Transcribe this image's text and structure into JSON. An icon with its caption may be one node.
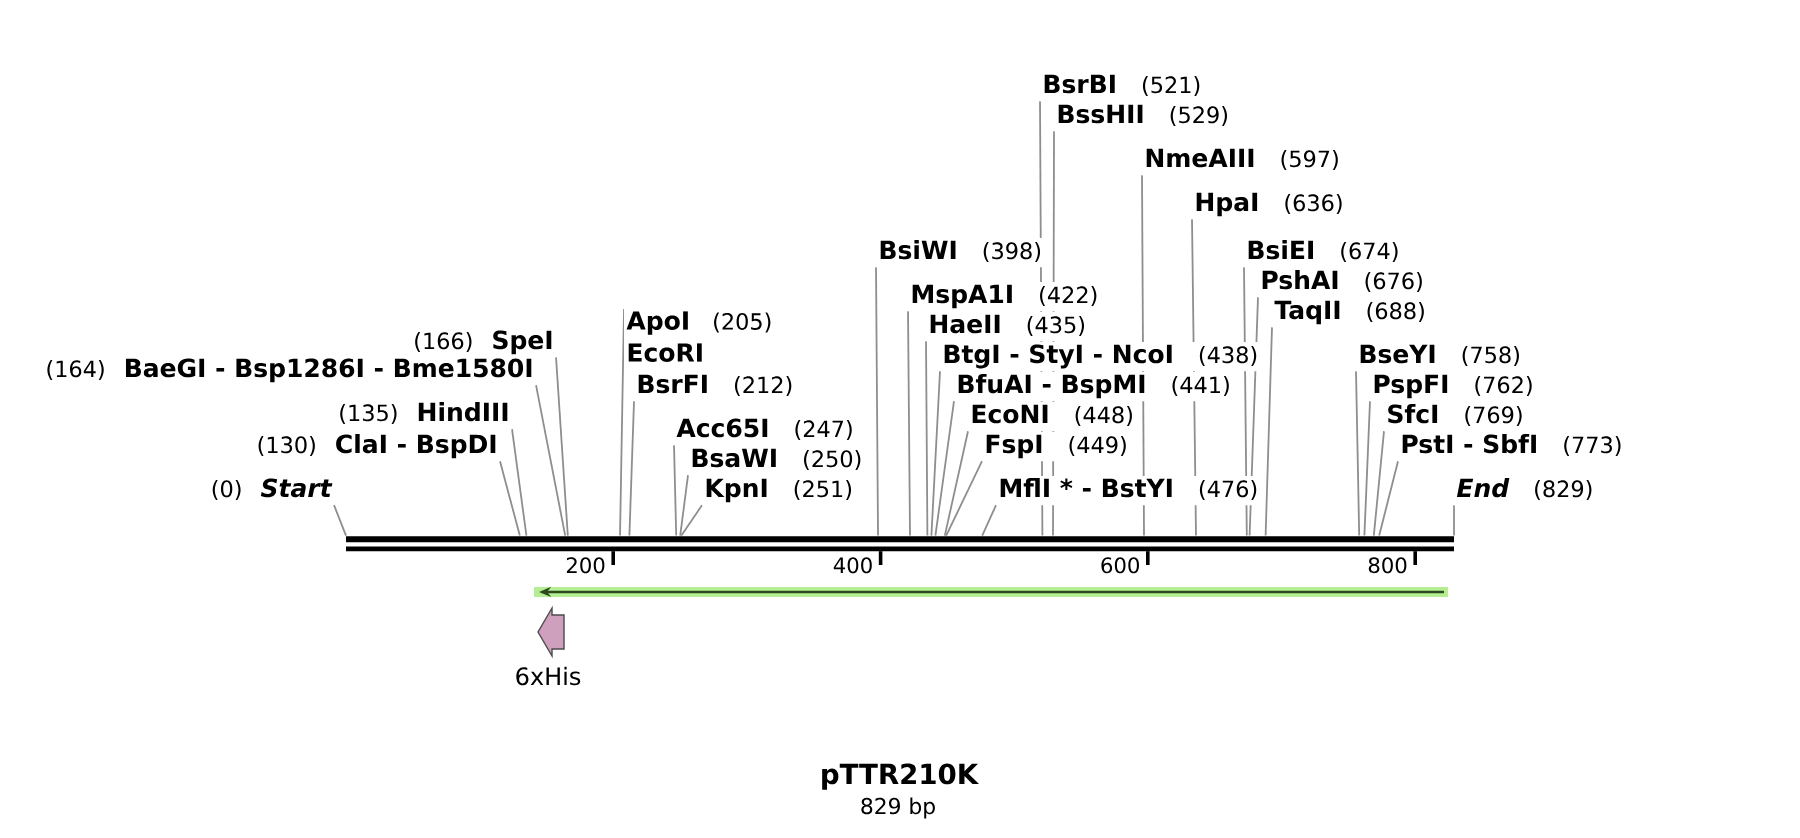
{
  "diagram": {
    "title": "pTTR210K",
    "caption": "829 bp",
    "nodes": [
      {
        "text": [],
        "shape": "bar"
      },
      {
        "text": [
          "(0)",
          "Start"
        ]
      },
      {
        "text": [
          "(130)",
          "ClaI - BspDI"
        ]
      },
      {
        "text": [
          "(135)",
          "HindIII"
        ]
      },
      {
        "text": [
          "(164)",
          "BaeGI - Bsp1286I - Bme1580I"
        ]
      },
      {
        "text": [
          "(166)",
          "SpeI"
        ]
      },
      {
        "text": [
          "ApoI",
          "(205)",
          "EcoRI"
        ]
      },
      {
        "text": [
          "BsrFI",
          "(212)"
        ]
      },
      {
        "text": [
          "Acc65I",
          "(247)"
        ]
      },
      {
        "text": [
          "BsaWI",
          "(250)"
        ]
      },
      {
        "text": [
          "KpnI",
          "(251)"
        ]
      },
      {
        "text": [
          "BsiWI",
          "(398)"
        ]
      },
      {
        "text": [
          "MspA1I",
          "(422)"
        ]
      },
      {
        "text": [
          "HaeII",
          "(435)"
        ]
      },
      {
        "text": [
          "BtgI - StyI - NcoI",
          "(438)"
        ]
      },
      {
        "text": [
          "BfuAI - BspMI",
          "(441)"
        ]
      },
      {
        "text": [
          "EcoNI",
          "(448)"
        ]
      },
      {
        "text": [
          "FspI",
          "(449)"
        ]
      },
      {
        "text": [
          "MflI * - BstYI",
          "(476)"
        ]
      },
      {
        "text": [
          "BsrBI",
          "(521)"
        ]
      },
      {
        "text": [
          "BssHII",
          "(529)"
        ]
      },
      {
        "text": [
          "NmeAIII",
          "(597)"
        ]
      },
      {
        "text": [
          "HpaI",
          "(636)"
        ]
      },
      {
        "text": [
          "BsiEI",
          "(674)"
        ]
      },
      {
        "text": [
          "PshAI",
          "(676)"
        ]
      },
      {
        "text": [
          "TaqII",
          "(688)"
        ]
      },
      {
        "text": [
          "BseYI",
          "(758)"
        ]
      },
      {
        "text": [
          "PspFI",
          "(762)"
        ]
      },
      {
        "text": [
          "SfcI",
          "(769)"
        ]
      },
      {
        "text": [
          "PstI - SbfI",
          "(773)"
        ]
      },
      {
        "text": [
          "End",
          "(829)"
        ]
      },
      {
        "text": [
          "6xHis"
        ]
      }
    ],
    "edges": [
      {
        "from": 1,
        "to": 0,
        "arrow": "none"
      },
      {
        "from": 2,
        "to": 0,
        "arrow": "none"
      },
      {
        "from": 3,
        "to": 0,
        "arrow": "none"
      },
      {
        "from": 4,
        "to": 0,
        "arrow": "none"
      },
      {
        "from": 5,
        "to": 0,
        "arrow": "none"
      },
      {
        "from": 6,
        "to": 0,
        "arrow": "none"
      },
      {
        "from": 7,
        "to": 0,
        "arrow": "none"
      },
      {
        "from": 8,
        "to": 0,
        "arrow": "none"
      },
      {
        "from": 9,
        "to": 0,
        "arrow": "none"
      },
      {
        "from": 10,
        "to": 0,
        "arrow": "none"
      },
      {
        "from": 11,
        "to": 0,
        "arrow": "none"
      },
      {
        "from": 12,
        "to": 0,
        "arrow": "none"
      },
      {
        "from": 13,
        "to": 0,
        "arrow": "none"
      },
      {
        "from": 14,
        "to": 0,
        "arrow": "none"
      },
      {
        "from": 15,
        "to": 0,
        "arrow": "none"
      },
      {
        "from": 16,
        "to": 0,
        "arrow": "none"
      },
      {
        "from": 17,
        "to": 0,
        "arrow": "none"
      },
      {
        "from": 18,
        "to": 0,
        "arrow": "none"
      },
      {
        "from": 19,
        "to": 0,
        "arrow": "none"
      },
      {
        "from": 20,
        "to": 0,
        "arrow": "none"
      },
      {
        "from": 21,
        "to": 0,
        "arrow": "none"
      },
      {
        "from": 22,
        "to": 0,
        "arrow": "none"
      },
      {
        "from": 23,
        "to": 0,
        "arrow": "none"
      },
      {
        "from": 24,
        "to": 0,
        "arrow": "none"
      },
      {
        "from": 25,
        "to": 0,
        "arrow": "none"
      },
      {
        "from": 26,
        "to": 0,
        "arrow": "none"
      },
      {
        "from": 27,
        "to": 0,
        "arrow": "none"
      },
      {
        "from": 28,
        "to": 0,
        "arrow": "none"
      },
      {
        "from": 29,
        "to": 0,
        "arrow": "none"
      },
      {
        "from": 30,
        "to": 0,
        "arrow": "none"
      }
    ],
    "labels": [
      "200",
      "400",
      "600",
      "800"
    ]
  }
}
